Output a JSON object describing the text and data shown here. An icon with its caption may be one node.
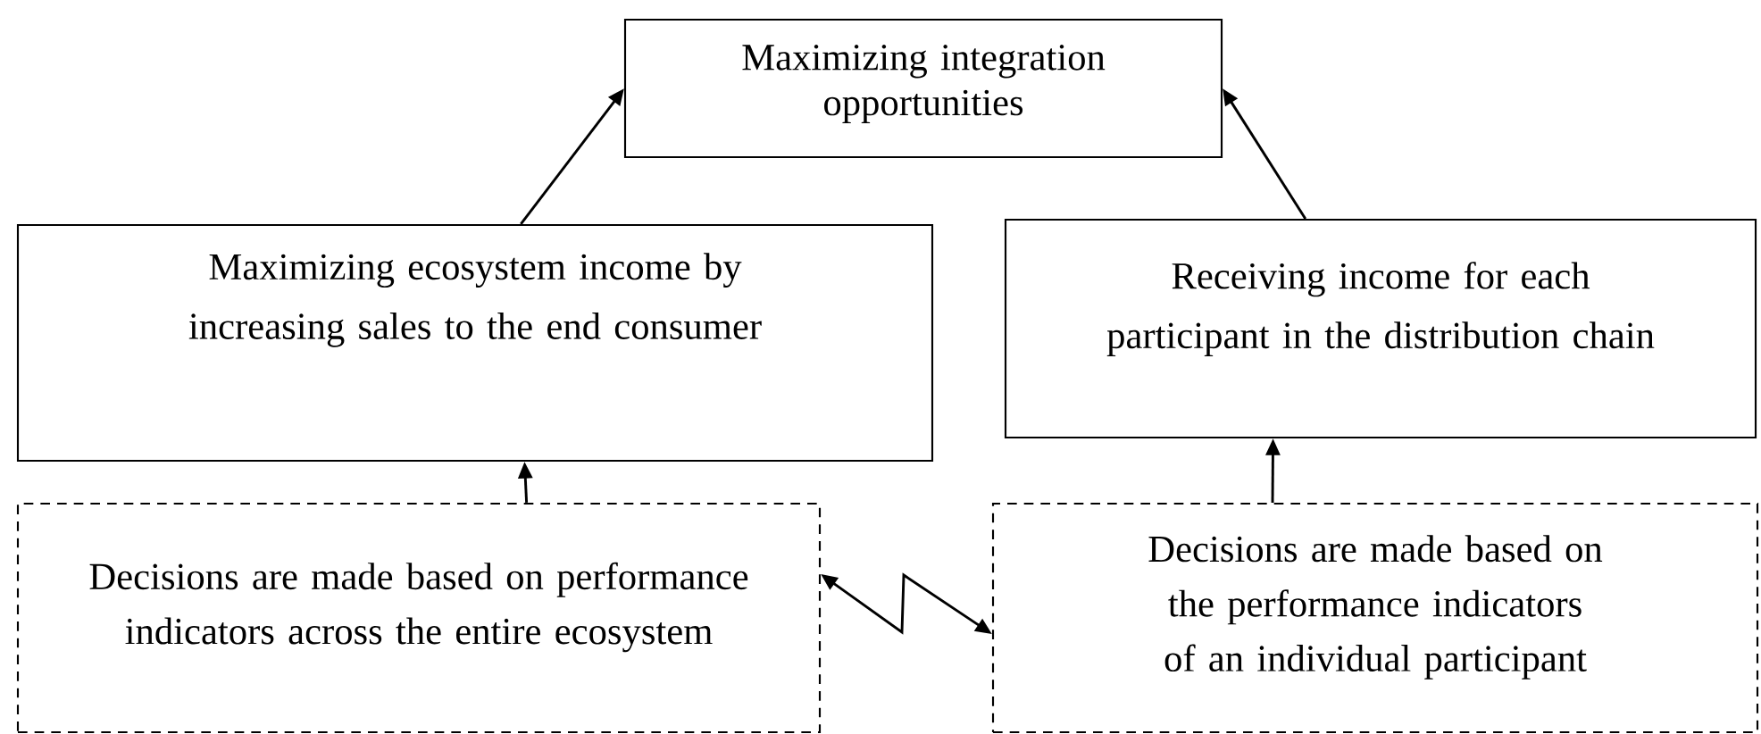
{
  "diagram": {
    "nodes": [
      {
        "text": [
          "Maximizing integration opportunities"
        ]
      },
      {
        "text": [
          "Maximizing ecosystem income by increasing sales to the end consumer"
        ]
      },
      {
        "text": [
          "Receiving income for each participant in the distribution chain"
        ]
      },
      {
        "text": [
          "Decisions are made based on performance indicators across the entire ecosystem"
        ]
      },
      {
        "text": [
          "Decisions are made based on the performance indicators of an individual participant"
        ]
      }
    ],
    "edges": [
      {
        "from": 1,
        "to": 0,
        "arrow": "to"
      },
      {
        "from": 2,
        "to": 0,
        "arrow": "to"
      },
      {
        "from": 3,
        "to": 1,
        "arrow": "to"
      },
      {
        "from": 4,
        "to": 2,
        "arrow": "to"
      },
      {
        "from": 3,
        "to": 4,
        "arrow": "both"
      }
    ]
  }
}
